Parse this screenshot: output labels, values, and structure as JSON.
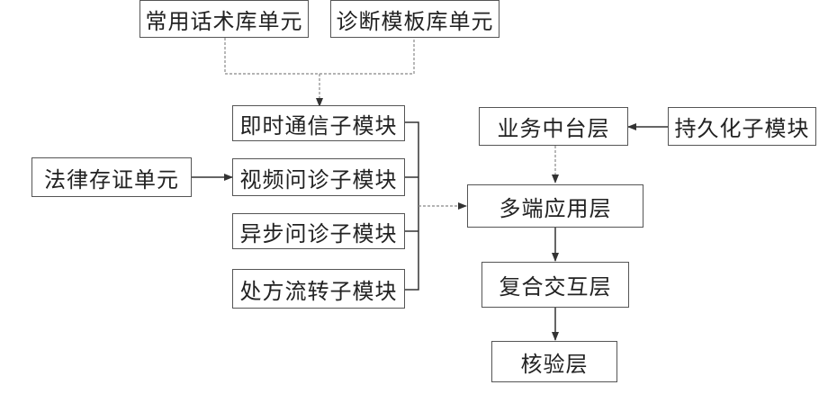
{
  "nodes": {
    "phrase_unit": "常用话术库单元",
    "template_unit": "诊断模板库单元",
    "im_module": "即时通信子模块",
    "legal_unit": "法律存证单元",
    "video_module": "视频问诊子模块",
    "async_module": "异步问诊子模块",
    "rx_module": "处方流转子模块",
    "business_layer": "业务中台层",
    "persist_module": "持久化子模块",
    "multi_layer": "多端应用层",
    "composite_layer": "复合交互层",
    "verify_layer": "核验层"
  }
}
